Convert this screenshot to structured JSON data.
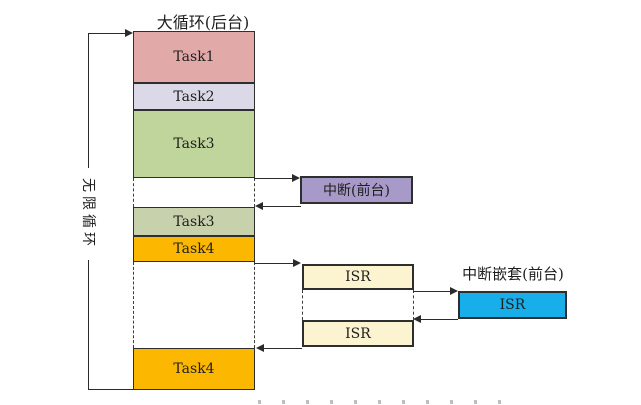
{
  "main_column": {
    "title": "大循环(后台)",
    "tasks": [
      {
        "label": "Task1",
        "color": "#e2a9a9"
      },
      {
        "label": "Task2",
        "color": "#dbd8e8"
      },
      {
        "label": "Task3",
        "color": "#c0d59b"
      },
      {
        "label": "Task3",
        "color": "#c7d1ab"
      },
      {
        "label": "Task4",
        "color": "#fcb800"
      },
      {
        "label": "Task4",
        "color": "#fcb800"
      }
    ]
  },
  "loop": {
    "label": "无限循环"
  },
  "foreground": {
    "interrupt": {
      "label": "中断(前台)",
      "color": "#a79ac8"
    },
    "isr_first": {
      "label": "ISR",
      "color": "#fcf3d0"
    },
    "isr_second": {
      "label": "ISR",
      "color": "#fcf3d0"
    },
    "nested": {
      "title": "中断嵌套(前台)",
      "isr": {
        "label": "ISR",
        "color": "#18aeea"
      }
    }
  },
  "colors": {
    "line": "#2b2b2b",
    "border": "#2e2e2e"
  }
}
